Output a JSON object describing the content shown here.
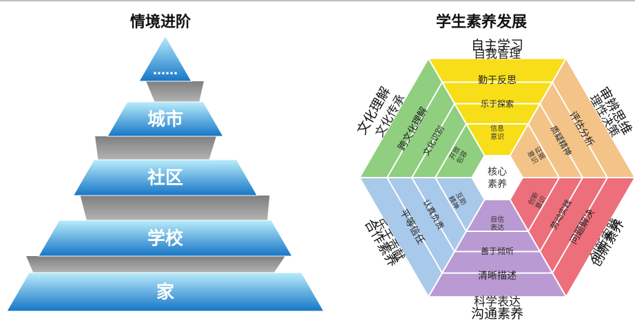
{
  "left_title": "情境进阶",
  "right_title": "学生素养发展",
  "pyramid_levels": [
    "……",
    "城市",
    "社区",
    "学校",
    "家"
  ],
  "hexagon": {
    "core": [
      "核心",
      "素养"
    ],
    "outer_labels": {
      "top": "自主学习",
      "top_right": "审辨思维",
      "bottom_right": "创新素养",
      "bottom": "沟通素养",
      "bottom_left": "合作素养",
      "top_left": "文化理解"
    },
    "sectors": {
      "top": [
        "自我管理",
        "勤于反思",
        "乐于探索",
        "信息意识"
      ],
      "top_right": [
        "理性决策",
        "评估分析",
        "质疑精神",
        "证据意识"
      ],
      "bottom_right": [
        "创新实践",
        "问题解决",
        "劳动实践",
        "创新意识"
      ],
      "bottom": [
        "科学表达",
        "清晰描述",
        "善于倾听",
        "自信表达"
      ],
      "bottom_left": [
        "乐于贡献",
        "平等信任",
        "认真负责",
        "互助精神"
      ],
      "top_left": [
        "文化传承",
        "跨文化理解",
        "文化识别",
        "开放包容"
      ]
    },
    "colors": {
      "top": "#f7de18",
      "top_right": "#f3c388",
      "bottom_right": "#ec6f7b",
      "bottom": "#b99ad3",
      "bottom_left": "#a9c9ea",
      "top_left": "#8fcf7f"
    }
  },
  "pyramid_colors": {
    "top": "#9ddcf6",
    "bottom": "#1676c7",
    "zigzag": "#909090"
  }
}
